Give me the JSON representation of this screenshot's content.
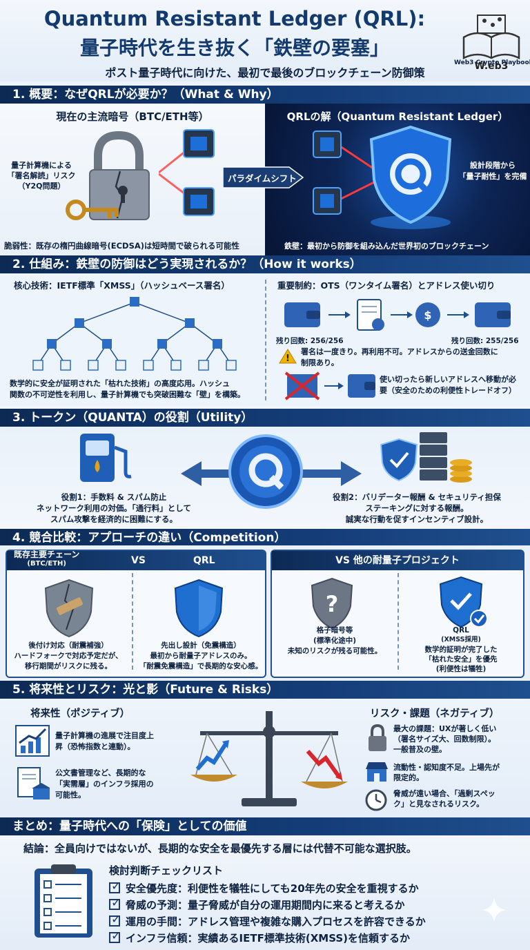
{
  "header": {
    "title_line1": "Quantum Resistant Ledger (QRL):",
    "title_line2": "量子時代を生き抜く「鉄壁の要塞」",
    "subtitle": "ポスト量子時代に向けた、最初で最後のブロックチェーン防御策",
    "logo_text": "Web3 Crypto Playbook"
  },
  "section1": {
    "heading": "1. 概要：なぜQRLが必要か？（What & Why）",
    "left_title": "現在の主流暗号（BTC/ETH等）",
    "left_threat": [
      "量子計算機による",
      "「署名解読」リスク",
      "（Y2Q問題）"
    ],
    "left_caption": "脆弱性：既存の楕円曲線暗号(ECDSA)は短時間で破られる可能性",
    "arrow_label": "パラダイムシフト",
    "right_title": "QRLの解（Quantum Resistant Ledger）",
    "right_note": [
      "設計段階から",
      "「量子耐性」を完備"
    ],
    "right_caption": "鉄壁：最初から防御を組み込んだ世界初のブロックチェーン"
  },
  "section2": {
    "heading": "2. 仕組み：鉄壁の防御はどう実現されるか？（How it works）",
    "left_title": "核心技術：IETF標準「XMSS」（ハッシュベース署名）",
    "left_caption": [
      "数学的に安全が証明された「枯れた技術」の高度応用。ハッシュ",
      "関数の不可逆性を利用し、量子計算機でも突破困難な「壁」を構築。"
    ],
    "right_title": "重要制約：OTS（ワンタイム署名）とアドレス使い切り",
    "remaining_before": "残り回数: 256/256",
    "remaining_after": "残り回数: 255/256",
    "warning": [
      "署名は一度きり。再利用不可。アドレスからの送金回数に",
      "制限あり。"
    ],
    "migrate": [
      "使い切ったら新しいアドレスへ移動が必",
      "要（安全のための利便性トレードオフ）"
    ]
  },
  "section3": {
    "heading": "3. トークン（QUANTA）の役割（Utility）",
    "role1": [
      "役割1：手数料 & スパム防止",
      "ネットワーク利用の対価。「通行料」として",
      "スパム攻撃を経済的に困難にする。"
    ],
    "role2": [
      "役割2：バリデーター報酬 & セキュリティ担保",
      "ステーキングに対する報酬。",
      "誠実な行動を促すインセンティブ設計。"
    ]
  },
  "section4": {
    "heading": "4. 競合比較：アプローチの違い（Competition）",
    "card1_left": [
      "既存主要チェーン",
      "(BTC/ETH)"
    ],
    "card1_vs": "VS",
    "card1_right": "QRL",
    "existing": [
      "後付け対応（耐震補強）",
      "ハードフォークで対応予定だが、",
      "移行期間がリスクに残る。"
    ],
    "qrl": [
      "先出し設計（免震構造）",
      "最初から耐量子アドレスのみ。",
      "「耐震免震構造」で長期的な安心感。"
    ],
    "card2_head": "VS 他の耐量子プロジェクト",
    "other": [
      "格子暗号等",
      "(標準化途中)",
      "未知のリスクが残る可能性。"
    ],
    "qrl2": [
      "QRL",
      "(XMSS採用)",
      "数学的証明が完了した",
      "「枯れた安全」を優先",
      "(利便性は犠牲)"
    ]
  },
  "section5": {
    "heading": "5. 将来性とリスク：光と影（Future & Risks）",
    "positive_title": "将来性（ポジティブ）",
    "positive1": [
      "量子計算機の進展で注目度上",
      "昇（恐怖指数と連動）。"
    ],
    "positive2": [
      "公文書管理など、長期的な",
      "「実需層」のインフラ採用の",
      "可能性。"
    ],
    "risk_title": "リスク・課題（ネガティブ）",
    "risk1": [
      "最大の課題：UXが著しく低い",
      "（署名サイズ大、回数制限）。",
      "一般普及の壁。"
    ],
    "risk2": [
      "流動性・認知度不足。上場先が",
      "限定的。"
    ],
    "risk3": [
      "脅威が遠い場合、「過剰スペッ",
      "ク」と見なされるリスク。"
    ]
  },
  "summary": {
    "heading": "まとめ：量子時代への「保険」としての価値",
    "conclusion": "結論：全員向けではないが、長期的な安全を最優先する層には代替不可能な選択肢。",
    "checklist_title": "検討判断チェックリスト",
    "checklist": [
      "安全優先度：利便性を犠牲にしても20年先の安全を重視するか",
      "脅威の予測：量子脅威が自分の運用期間内に来ると考えるか",
      "運用の手間：アドレス管理や複雑な購入プロセスを許容できるか",
      "インフラ信頼：実績あるIETF標準技術(XMSS)を信頼するか"
    ]
  },
  "colors": {
    "navy": "#0d2a55",
    "accent_blue": "#1f6fd1",
    "red": "#d9262c",
    "gold": "#e0a21a"
  },
  "icons": [
    "padlock-icon",
    "chip-icon",
    "shield-q-icon",
    "wallet-icon",
    "document-icon",
    "coin-icon",
    "warning-icon",
    "fuel-pump-icon",
    "server-icon",
    "balance-scale-icon",
    "clipboard-icon"
  ]
}
